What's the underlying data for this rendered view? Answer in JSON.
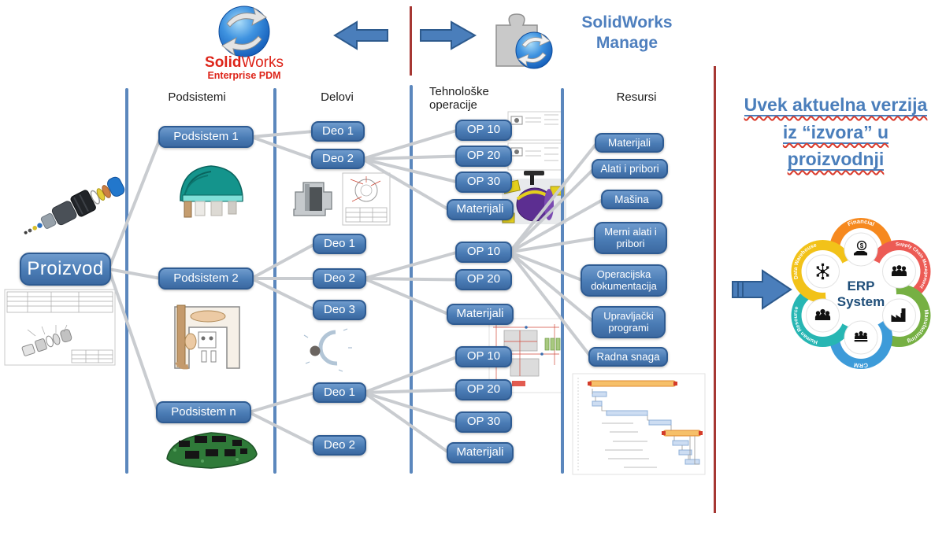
{
  "header": {
    "pdm": {
      "brand_bold": "Solid",
      "brand_rest": "Works",
      "subtitle": "Enterprise PDM"
    },
    "manage": {
      "line1": "SolidWorks",
      "line2": "Manage"
    }
  },
  "root_node": {
    "label": "Proizvod"
  },
  "columns": {
    "podsistemi": {
      "header": "Podsistemi",
      "items": [
        {
          "label": "Podsistem 1"
        },
        {
          "label": "Podsistem 2"
        },
        {
          "label": "Podsistem n"
        }
      ]
    },
    "delovi": {
      "header": "Delovi",
      "g1": [
        {
          "label": "Deo 1"
        },
        {
          "label": "Deo 2"
        }
      ],
      "g2": [
        {
          "label": "Deo 1"
        },
        {
          "label": "Deo 2"
        },
        {
          "label": "Deo 3"
        }
      ],
      "g3": [
        {
          "label": "Deo 1"
        },
        {
          "label": "Deo 2"
        }
      ]
    },
    "operacije": {
      "header": "Tehnološke operacije",
      "g1": [
        {
          "label": "OP 10"
        },
        {
          "label": "OP 20"
        },
        {
          "label": "OP 30"
        },
        {
          "label": "Materijali"
        }
      ],
      "g2": [
        {
          "label": "OP 10"
        },
        {
          "label": "OP 20"
        },
        {
          "label": "Materijali"
        }
      ],
      "g3": [
        {
          "label": "OP 10"
        },
        {
          "label": "OP 20"
        },
        {
          "label": "OP 30"
        },
        {
          "label": "Materijali"
        }
      ]
    },
    "resursi": {
      "header": "Resursi",
      "items": [
        {
          "label": "Materijali"
        },
        {
          "label": "Alati i pribori"
        },
        {
          "label": "Mašina"
        },
        {
          "label": "Merni alati i pribori"
        },
        {
          "label": "Operacijska dokumentacija"
        },
        {
          "label": "Upravljački programi"
        },
        {
          "label": "Radna snaga"
        }
      ]
    }
  },
  "right_panel": {
    "title": [
      "Uvek aktuelna verzija",
      "iz “izvora” u",
      "proizvodnji"
    ],
    "erp": {
      "center": [
        "ERP",
        "System"
      ],
      "segments": [
        {
          "label": "Financial",
          "color": "#F6891F",
          "icon": "coin-hand-icon"
        },
        {
          "label": "Supply Chain Management",
          "color": "#EC5B55",
          "icon": "people-icon"
        },
        {
          "label": "Manufacturing",
          "color": "#76B043",
          "icon": "factory-icon"
        },
        {
          "label": "CRM",
          "color": "#3D9BD9",
          "icon": "meeting-icon"
        },
        {
          "label": "Human Resource",
          "color": "#27B6B3",
          "icon": "team-icon"
        },
        {
          "label": "Data Warehouse",
          "color": "#F2C219",
          "icon": "network-icon"
        }
      ]
    }
  },
  "edges": [
    [
      "proizvod",
      "podsistem-1"
    ],
    [
      "proizvod",
      "podsistem-2"
    ],
    [
      "proizvod",
      "podsistem-n"
    ],
    [
      "podsistem-1",
      "deo-g1-0"
    ],
    [
      "podsistem-1",
      "deo-g1-1"
    ],
    [
      "deo-g1-1",
      "op-g1-0"
    ],
    [
      "deo-g1-1",
      "op-g1-1"
    ],
    [
      "deo-g1-1",
      "op-g1-2"
    ],
    [
      "deo-g1-1",
      "op-g1-3"
    ],
    [
      "podsistem-2",
      "deo-g2-0"
    ],
    [
      "podsistem-2",
      "deo-g2-1"
    ],
    [
      "podsistem-2",
      "deo-g2-2"
    ],
    [
      "deo-g2-1",
      "op-g2-0"
    ],
    [
      "deo-g2-1",
      "op-g2-1"
    ],
    [
      "deo-g2-1",
      "op-g2-2"
    ],
    [
      "podsistem-n",
      "deo-g3-0"
    ],
    [
      "podsistem-n",
      "deo-g3-1"
    ],
    [
      "deo-g3-0",
      "op-g3-0"
    ],
    [
      "deo-g3-0",
      "op-g3-1"
    ],
    [
      "deo-g3-0",
      "op-g3-2"
    ],
    [
      "deo-g3-0",
      "op-g3-3"
    ],
    [
      "op-g2-0",
      "res-0"
    ],
    [
      "op-g2-0",
      "res-1"
    ],
    [
      "op-g2-0",
      "res-2"
    ],
    [
      "op-g2-0",
      "res-3"
    ],
    [
      "op-g2-0",
      "res-4"
    ],
    [
      "op-g2-0",
      "res-5"
    ],
    [
      "op-g2-0",
      "res-6"
    ]
  ]
}
